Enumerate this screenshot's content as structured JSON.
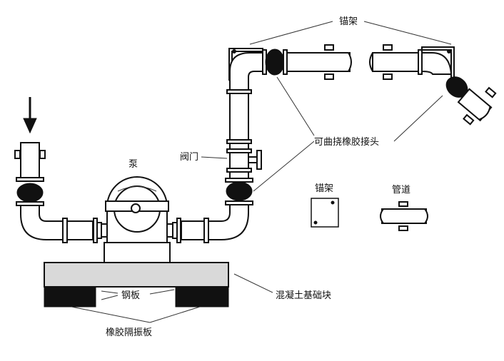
{
  "labels": {
    "anchor_top": "锚架",
    "flex_joint": "可曲挠橡胶接头",
    "pump": "泵",
    "valve": "阀门",
    "legend_anchor": "锚架",
    "legend_pipe": "管道",
    "steel_plate": "钢板",
    "concrete_block": "混凝土基础块",
    "rubber_pad": "橡胶隔振板"
  },
  "colors": {
    "line": "#111111",
    "fill": "#ffffff",
    "base": "#d9d9d9",
    "pad": "#111111"
  },
  "icons": [
    "flow-arrow-icon"
  ]
}
